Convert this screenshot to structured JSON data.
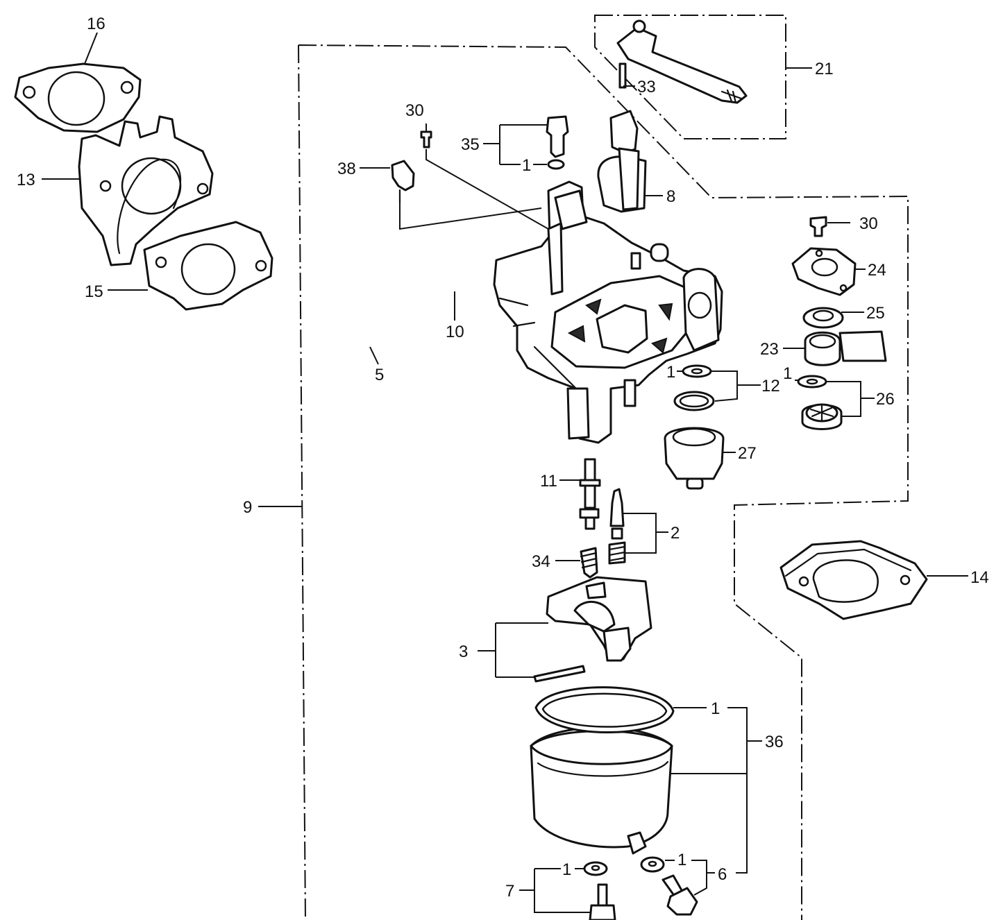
{
  "callouts": {
    "p16": "16",
    "p13": "13",
    "p15": "15",
    "p21": "21",
    "p33": "33",
    "p30a": "30",
    "p35": "35",
    "p1a": "1",
    "p38": "38",
    "p8": "8",
    "p30b": "30",
    "p24": "24",
    "p25": "25",
    "p23": "23",
    "p10": "10",
    "p5": "5",
    "p1b": "1",
    "p12": "12",
    "p1c": "1",
    "p26": "26",
    "p27": "27",
    "p11": "11",
    "p2": "2",
    "p9": "9",
    "p34": "34",
    "p14": "14",
    "p3": "3",
    "p1d": "1",
    "p36": "36",
    "p1e": "1",
    "p1f": "1",
    "p6": "6",
    "p7": "7"
  },
  "colors": {
    "ink": "#111111",
    "paper": "#ffffff"
  }
}
